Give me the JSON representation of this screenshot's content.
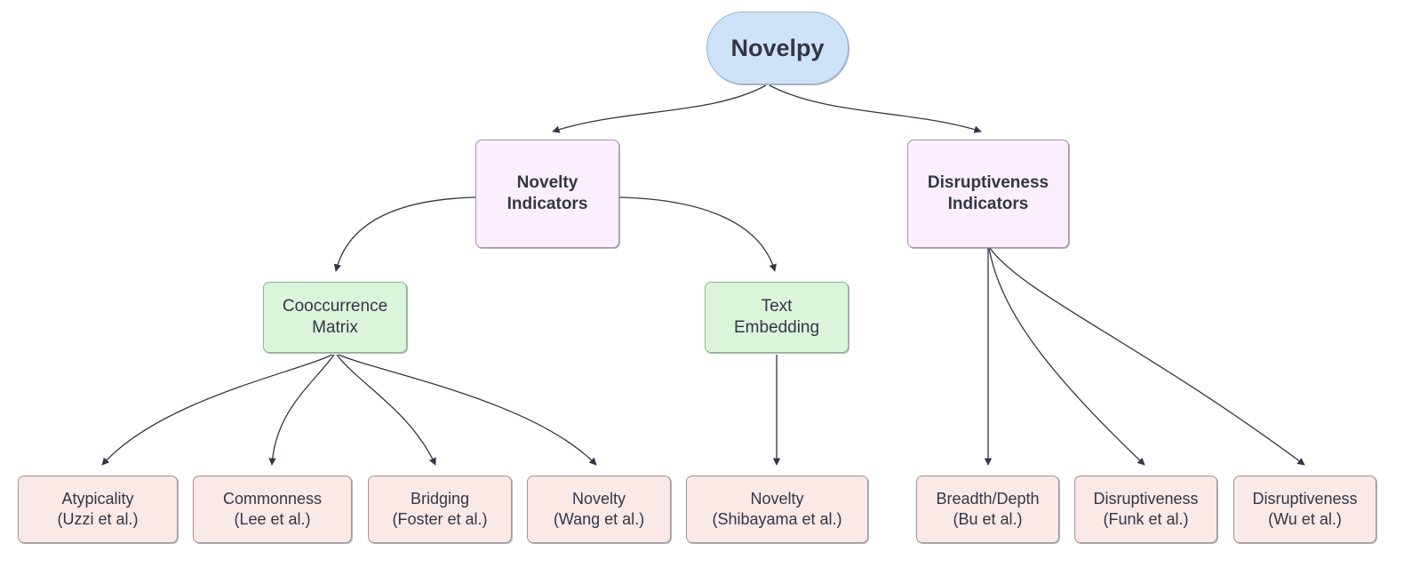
{
  "diagram": {
    "title": "Novelpy",
    "type": "flowchart",
    "direction": "top-down",
    "background_color": "#ffffff",
    "edge_color": "#333645",
    "text_color": "#333645"
  },
  "palette": {
    "root_fill": "#cfe3f8",
    "root_stroke": "#8fb4dd",
    "category_fill": "#fbefff",
    "category_stroke": "#a893ab",
    "method_fill": "#dbf5db",
    "method_stroke": "#86b986",
    "leaf_fill": "#fbe9e7",
    "leaf_stroke": "#a4909a"
  },
  "nodes": {
    "root": {
      "label": "Novelpy",
      "shape": "stadium",
      "kind": "root"
    },
    "novelty_indicators": {
      "label": "Novelty\nIndicators",
      "shape": "rounded-rect",
      "kind": "category"
    },
    "disruptiveness_indicators": {
      "label": "Disruptiveness\nIndicators",
      "shape": "rounded-rect",
      "kind": "category"
    },
    "cooccurrence_matrix": {
      "label": "Cooccurrence\nMatrix",
      "shape": "rounded-rect",
      "kind": "method"
    },
    "text_embedding": {
      "label": "Text\nEmbedding",
      "shape": "rounded-rect",
      "kind": "method"
    },
    "atypicality": {
      "label": "Atypicality\n(Uzzi et al.)",
      "shape": "rounded-rect",
      "kind": "leaf"
    },
    "commonness": {
      "label": "Commonness\n(Lee et al.)",
      "shape": "rounded-rect",
      "kind": "leaf"
    },
    "bridging": {
      "label": "Bridging\n(Foster et al.)",
      "shape": "rounded-rect",
      "kind": "leaf"
    },
    "novelty_wang": {
      "label": "Novelty\n(Wang et al.)",
      "shape": "rounded-rect",
      "kind": "leaf"
    },
    "novelty_shibayama": {
      "label": "Novelty\n(Shibayama et al.)",
      "shape": "rounded-rect",
      "kind": "leaf"
    },
    "breadth_depth": {
      "label": "Breadth/Depth\n(Bu et al.)",
      "shape": "rounded-rect",
      "kind": "leaf"
    },
    "disruptiveness_funk": {
      "label": "Disruptiveness\n(Funk et al.)",
      "shape": "rounded-rect",
      "kind": "leaf"
    },
    "disruptiveness_wu": {
      "label": "Disruptiveness\n(Wu et al.)",
      "shape": "rounded-rect",
      "kind": "leaf"
    }
  },
  "edges": [
    {
      "from": "root",
      "to": "novelty_indicators"
    },
    {
      "from": "root",
      "to": "disruptiveness_indicators"
    },
    {
      "from": "novelty_indicators",
      "to": "cooccurrence_matrix"
    },
    {
      "from": "novelty_indicators",
      "to": "text_embedding"
    },
    {
      "from": "cooccurrence_matrix",
      "to": "atypicality"
    },
    {
      "from": "cooccurrence_matrix",
      "to": "commonness"
    },
    {
      "from": "cooccurrence_matrix",
      "to": "bridging"
    },
    {
      "from": "cooccurrence_matrix",
      "to": "novelty_wang"
    },
    {
      "from": "text_embedding",
      "to": "novelty_shibayama"
    },
    {
      "from": "disruptiveness_indicators",
      "to": "breadth_depth"
    },
    {
      "from": "disruptiveness_indicators",
      "to": "disruptiveness_funk"
    },
    {
      "from": "disruptiveness_indicators",
      "to": "disruptiveness_wu"
    }
  ]
}
